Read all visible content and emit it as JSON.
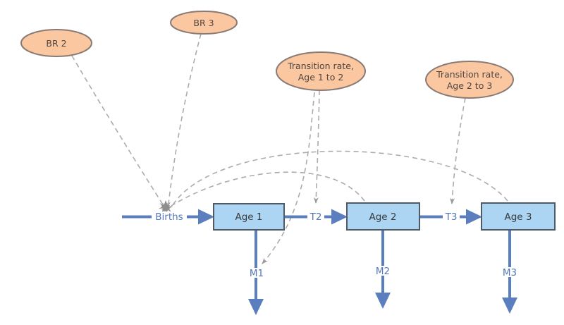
{
  "diagram": {
    "colors": {
      "background": "#FFFFFF",
      "stock_fill": "#ABD5F3",
      "stock_border": "#4F5A64",
      "flow_blue": "#5B7EBE",
      "flow_label_blue": "#5577B9",
      "variable_fill": "#FAC7A0",
      "variable_border": "#8A7A74",
      "link_gray": "#ACACAC",
      "label_dark": "#3B3B3B"
    },
    "variables": {
      "br2": {
        "label": "BR 2"
      },
      "br3": {
        "label": "BR 3"
      },
      "tr12": {
        "line1": "Transition rate,",
        "line2": "Age 1 to 2"
      },
      "tr23": {
        "line1": "Transition rate,",
        "line2": "Age 2 to 3"
      }
    },
    "stocks": {
      "age1": {
        "label": "Age 1"
      },
      "age2": {
        "label": "Age 2"
      },
      "age3": {
        "label": "Age 3"
      }
    },
    "flows": {
      "births": {
        "label": "Births"
      },
      "t2": {
        "label": "T2"
      },
      "t3": {
        "label": "T3"
      },
      "m1": {
        "label": "M1"
      },
      "m2": {
        "label": "M2"
      },
      "m3": {
        "label": "M3"
      }
    },
    "links": [
      {
        "from": "BR 2",
        "to": "Births"
      },
      {
        "from": "BR 3",
        "to": "Births"
      },
      {
        "from": "Age 2",
        "to": "Births"
      },
      {
        "from": "Age 3",
        "to": "Births"
      },
      {
        "from": "Transition rate, Age 1 to 2",
        "to": "T2"
      },
      {
        "from": "Transition rate, Age 1 to 2",
        "to": "M1"
      },
      {
        "from": "Transition rate, Age 2 to 3",
        "to": "T3"
      }
    ]
  }
}
